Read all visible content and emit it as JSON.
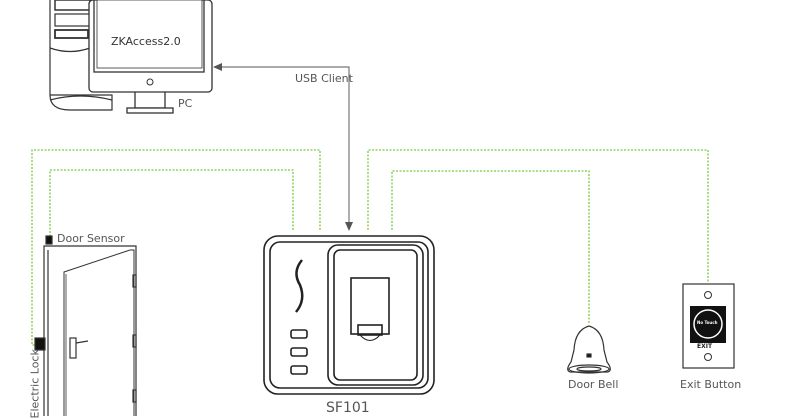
{
  "diagram": {
    "pc": {
      "screen_text": "ZKAccess2.0",
      "label": "PC"
    },
    "usb_label": "USB Client",
    "door_sensor_label": "Door Sensor",
    "electric_lock_label": "Electric Lock",
    "device_label": "SF101",
    "door_bell_label": "Door Bell",
    "exit_button": {
      "label": "Exit Button",
      "face_text": "EXIT",
      "touch_text": "No Touch"
    },
    "colors": {
      "wire": "#7ac943",
      "line": "#333333",
      "usb": "#777777"
    }
  }
}
